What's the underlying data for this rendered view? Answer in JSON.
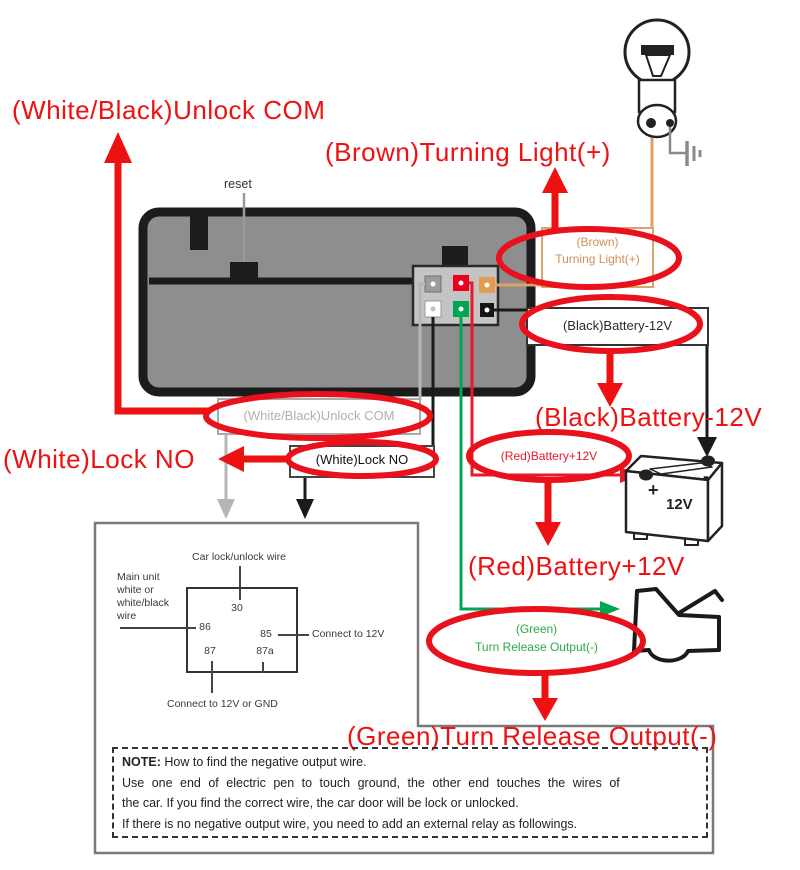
{
  "big_labels": {
    "unlock_com": "(White/Black)Unlock COM",
    "turning_light": "(Brown)Turning Light(+)",
    "battery_minus": "(Black)Battery-12V",
    "lock_no": "(White)Lock NO",
    "battery_plus": "(Red)Battery+12V",
    "turn_release": "(Green)Turn Release Output(-)"
  },
  "unit": {
    "reset_label": "reset"
  },
  "bubbles": {
    "brown_line1": "(Brown)",
    "brown_line2": "Turning Light(+)",
    "battery_minus": "(Black)Battery-12V",
    "unlock_com": "(White/Black)Unlock COM",
    "lock_no": "(White)Lock NO",
    "battery_plus": "(Red)Battery+12V",
    "green_line1": "(Green)",
    "green_line2": "Turn Release Output(-)"
  },
  "battery": {
    "voltage": "12V",
    "plus": "+",
    "minus": "-"
  },
  "relay": {
    "top_label": "Car lock/unlock wire",
    "left_label_lines": [
      "Main unit",
      "white or",
      "white/black",
      "wire"
    ],
    "pin_30": "30",
    "pin_86": "86",
    "pin_85": "85",
    "pin_87": "87",
    "pin_87a": "87a",
    "right_label": "Connect to 12V",
    "bottom_label": "Connect to 12V or GND"
  },
  "note": {
    "title": "NOTE:",
    "title_rest": "How to find the negative output wire.",
    "line2": "Use one end of electric pen to touch ground, the other end touches the wires of",
    "line3": "the car. If you find the correct wire, the car door will be lock or unlocked.",
    "line4": "If there is no negative output wire, you need to add an external relay as followings."
  },
  "colors": {
    "label_red": "#ee1111",
    "ellipse_red": "#e8111c",
    "wire_gray": "#b5b5b5",
    "wire_black": "#1a1a1a",
    "wire_green": "#00a651",
    "wire_red": "#e8192c",
    "wire_orange": "#e2a163",
    "unit_gray": "#8e8e8e"
  }
}
